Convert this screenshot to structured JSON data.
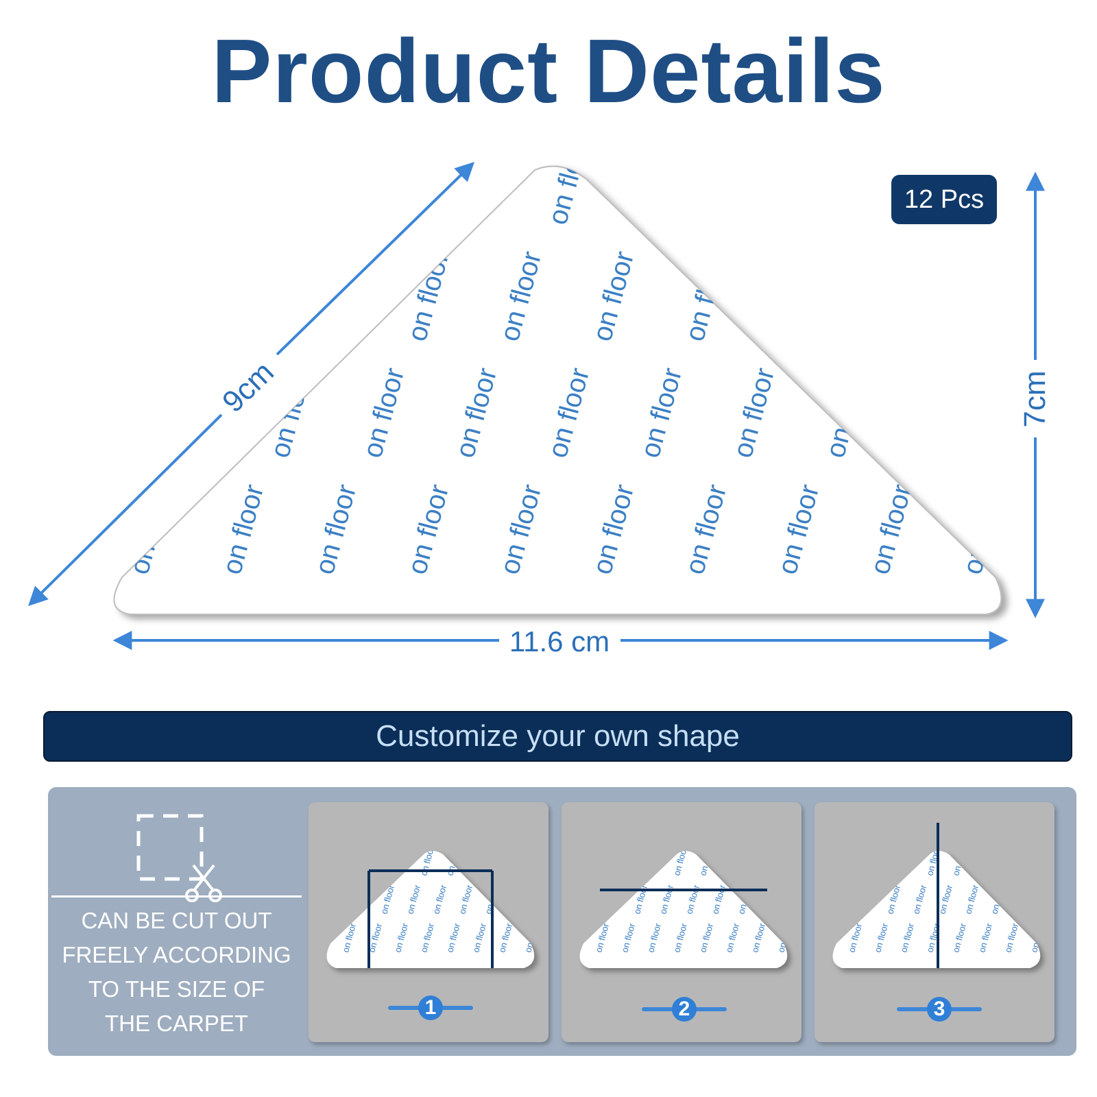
{
  "title": "Product Details",
  "dimensions": {
    "diagonal": "9cm",
    "height": "7cm",
    "width": "11.6 cm"
  },
  "pieces_badge": "12 Pcs",
  "pattern_text": "on floor",
  "banner": "Customize your own shape",
  "cut_caption": [
    "CAN BE CUT OUT",
    "FREELY ACCORDING",
    "TO THE SIZE OF",
    "THE CARPET"
  ],
  "steps": [
    {
      "number": "1"
    },
    {
      "number": "2"
    },
    {
      "number": "3"
    }
  ],
  "icons": {
    "cut": "scissors-dashed-square-icon"
  },
  "colors": {
    "title": "#1f4e85",
    "accent": "#3d86d8",
    "navy": "#0b2e58",
    "pattern": "#3b7fc4",
    "panel": "#9eadbf",
    "card": "#b7b7b7"
  }
}
